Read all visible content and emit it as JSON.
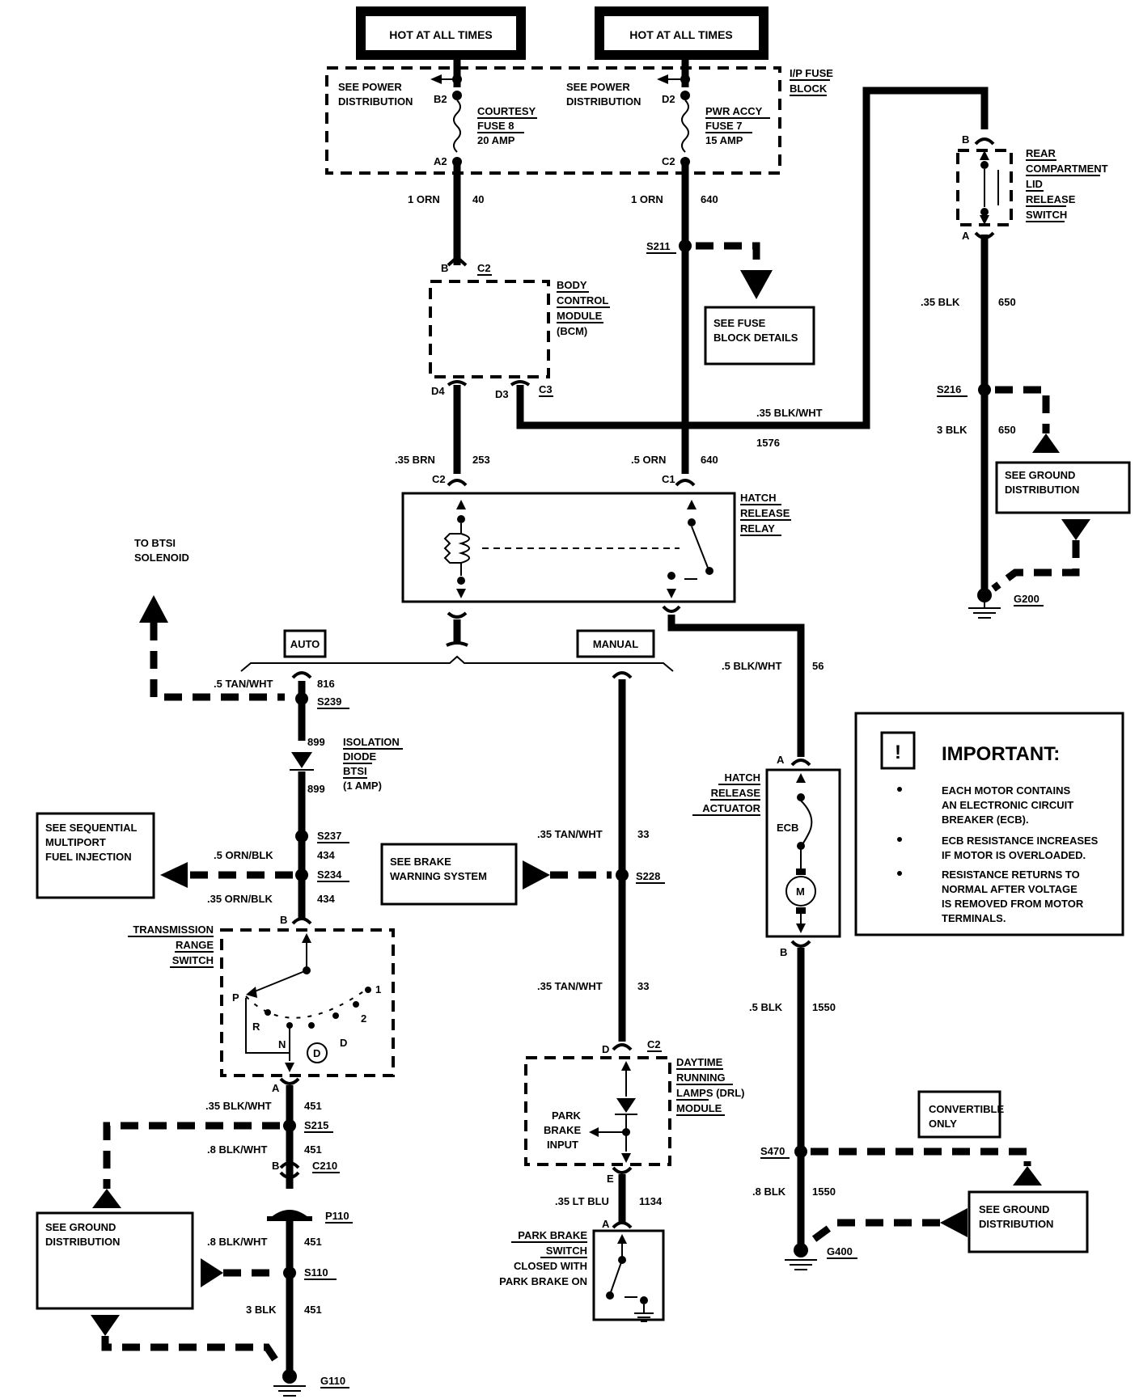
{
  "hot_labels": [
    "HOT AT ALL TIMES",
    "HOT AT ALL TIMES"
  ],
  "fuse_block": {
    "title": [
      "I/P FUSE",
      "BLOCK"
    ],
    "left": {
      "see": [
        "SEE  POWER",
        "DISTRIBUTION"
      ],
      "top_pin": "B2",
      "bottom_pin": "A2",
      "name": [
        "COURTESY",
        "FUSE  8",
        "20  AMP"
      ]
    },
    "right": {
      "see": [
        "SEE  POWER",
        "DISTRIBUTION"
      ],
      "top_pin": "D2",
      "bottom_pin": "C2",
      "name": [
        "PWR  ACCY",
        "FUSE  7",
        "15  AMP"
      ]
    }
  },
  "wires": {
    "w40": [
      "1  ORN",
      "40"
    ],
    "w640a": [
      "1  ORN",
      "640"
    ],
    "w650a": [
      ".35  BLK",
      "650"
    ],
    "w650b": [
      "3  BLK",
      "650"
    ],
    "w1576": [
      ".35  BLK/WHT",
      "1576"
    ],
    "w253": [
      ".35  BRN",
      "253"
    ],
    "w640b": [
      ".5  ORN",
      "640"
    ],
    "w56": [
      ".5 BLK/WHT",
      "56"
    ],
    "w816": [
      ".5  TAN/WHT",
      "816"
    ],
    "w899a": "899",
    "w899b": "899",
    "w434a": [
      ".5  ORN/BLK",
      "434"
    ],
    "w434b": [
      ".35  ORN/BLK",
      "434"
    ],
    "w33a": [
      ".35 TAN/WHT",
      "33"
    ],
    "w33b": [
      ".35  TAN/WHT",
      "33"
    ],
    "w451a": [
      ".35 BLK/WHT",
      "451"
    ],
    "w451b": [
      ".8  BLK/WHT",
      "451"
    ],
    "w451c": [
      ".8  BLK/WHT",
      "451"
    ],
    "w451d": [
      "3  BLK",
      "451"
    ],
    "w1550a": [
      ".5  BLK",
      "1550"
    ],
    "w1550b": [
      ".8 BLK",
      "1550"
    ],
    "w1134": [
      ".35 LT BLU",
      "1134"
    ]
  },
  "splices": {
    "s211": "S211",
    "s216": "S216",
    "s239": "S239",
    "s237": "S237",
    "s234": "S234",
    "s228": "S228",
    "s215": "S215",
    "s110": "S110",
    "s470": "S470"
  },
  "grounds": {
    "g200": "G200",
    "g400": "G400",
    "g110": "G110"
  },
  "connectors": {
    "bcm_b": "B",
    "bcm_c2": "C2",
    "bcm_d4": "D4",
    "bcm_d3": "D3",
    "bcm_c3": "C3",
    "relay_c2": "C2",
    "relay_c1": "C1",
    "rc_b": "B",
    "rc_a": "A",
    "act_a": "A",
    "act_b": "B",
    "trs_b": "B",
    "trs_a": "A",
    "c210_b": "B",
    "c210": "C210",
    "p110": "P110",
    "drl_d": "D",
    "drl_c2": "C2",
    "drl_e": "E",
    "pbs_a": "A"
  },
  "components": {
    "bcm": [
      "BODY",
      "CONTROL",
      "MODULE",
      "(BCM)"
    ],
    "rear_switch": [
      "REAR",
      "COMPARTMENT",
      "LID",
      "RELEASE",
      "SWITCH"
    ],
    "relay": [
      "HATCH",
      "RELEASE",
      "RELAY"
    ],
    "actuator": [
      "HATCH",
      "RELEASE",
      "ACTUATOR"
    ],
    "ecb": "ECB",
    "motor": "M",
    "diode": [
      "ISOLATION",
      "DIODE",
      "BTSI",
      "(1  AMP)"
    ],
    "trs": [
      "TRANSMISSION",
      "RANGE",
      "SWITCH"
    ],
    "trs_positions": {
      "p": "P",
      "r": "R",
      "n": "N",
      "d_circle": "D",
      "d": "D",
      "two": "2",
      "one": "1"
    },
    "drl": [
      "DAYTIME",
      "RUNNING",
      "LAMPS (DRL)",
      "MODULE"
    ],
    "park_input": [
      "PARK",
      "BRAKE",
      "INPUT"
    ],
    "park_switch": [
      "PARK BRAKE",
      "SWITCH",
      "CLOSED WITH",
      "PARK BRAKE ON"
    ]
  },
  "refs": {
    "fuse_details": [
      "SEE  FUSE",
      "BLOCK  DETAILS"
    ],
    "ground_right": [
      "SEE  GROUND",
      "DISTRIBUTION"
    ],
    "btsi": [
      "TO  BTSI",
      "SOLENOID"
    ],
    "sfi": [
      "SEE  SEQUENTIAL",
      "MULTIPORT",
      "FUEL  INJECTION"
    ],
    "brake": [
      "SEE BRAKE",
      "WARNING SYSTEM"
    ],
    "ground_left": [
      "SEE  GROUND",
      "DISTRIBUTION"
    ],
    "ground_bottom": [
      "SEE GROUND",
      "DISTRIBUTION"
    ],
    "convertible": [
      "CONVERTIBLE",
      "ONLY"
    ],
    "auto": "AUTO",
    "manual": "MANUAL"
  },
  "important": {
    "icon": "!",
    "title": "IMPORTANT:",
    "bullets": [
      [
        "EACH MOTOR CONTAINS",
        "AN ELECTRONIC CIRCUIT",
        "BREAKER (ECB)."
      ],
      [
        "ECB RESISTANCE INCREASES",
        "IF MOTOR IS OVERLOADED."
      ],
      [
        "RESISTANCE RETURNS TO",
        "NORMAL AFTER VOLTAGE",
        "IS REMOVED FROM MOTOR",
        "TERMINALS."
      ]
    ]
  }
}
